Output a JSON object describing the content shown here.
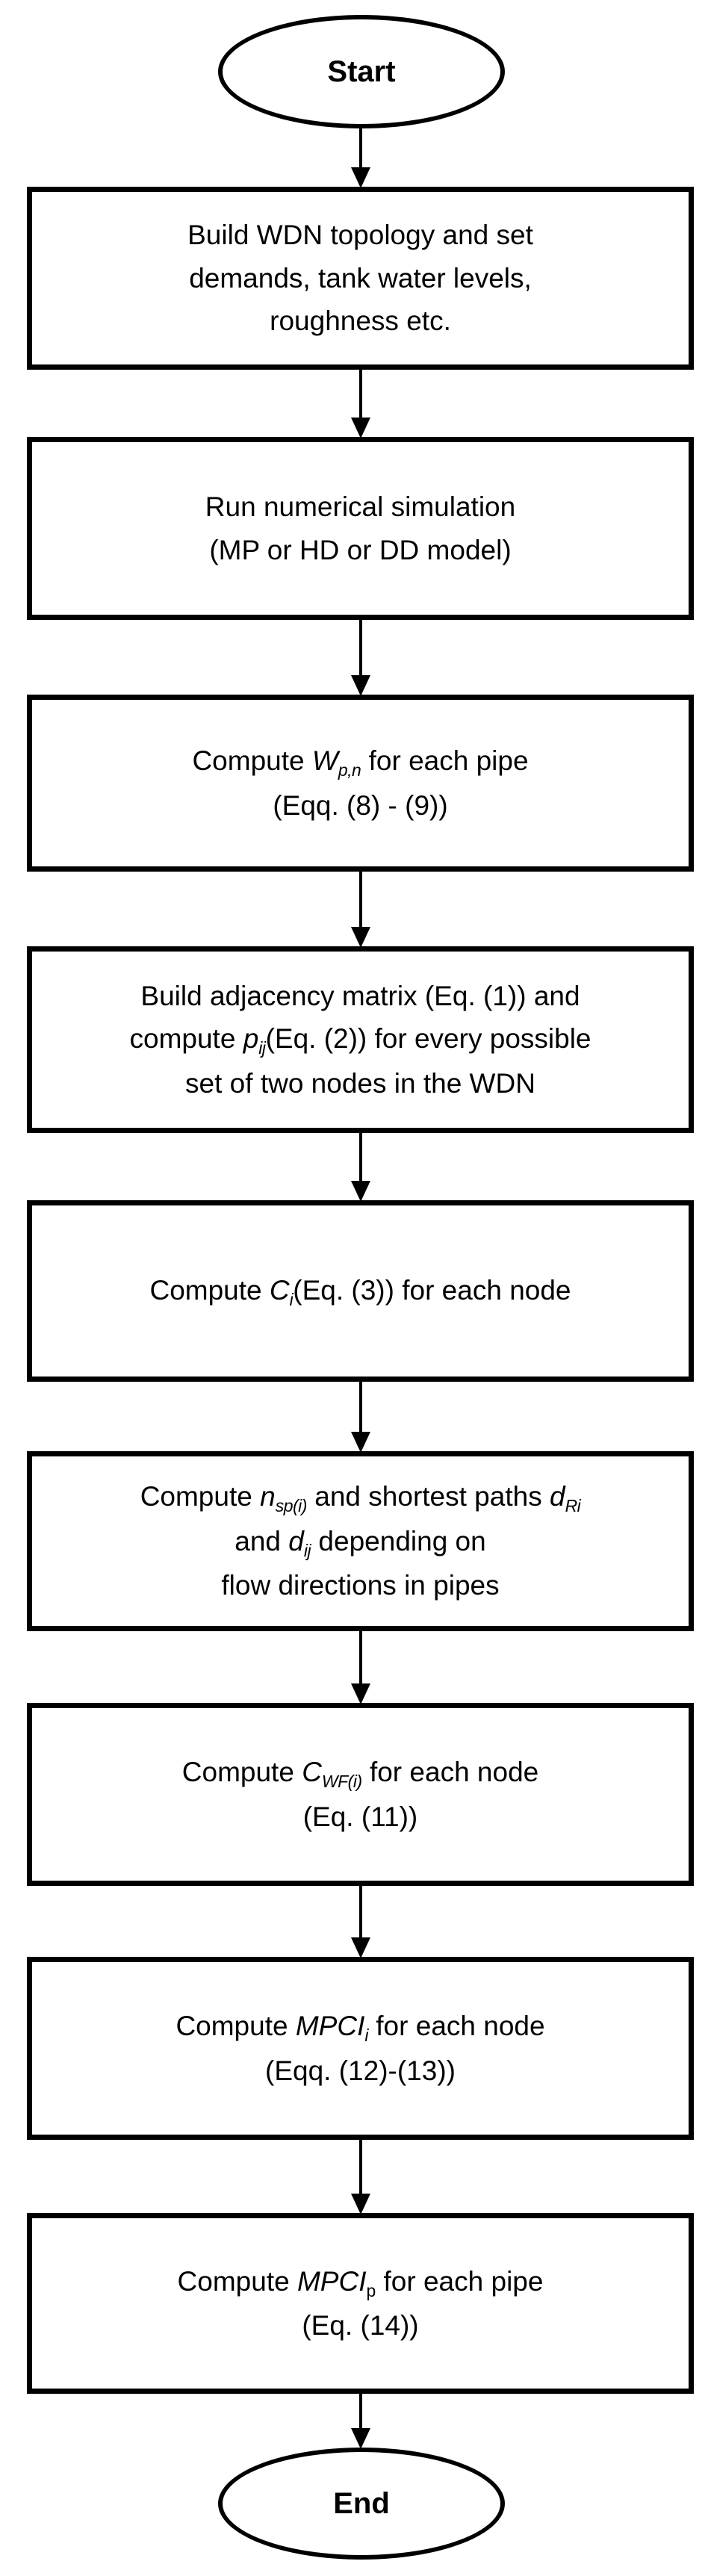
{
  "colors": {
    "stroke": "#000000",
    "fill": "#ffffff",
    "background": "#ffffff"
  },
  "flowchart": {
    "start": {
      "type": "terminator",
      "label": "Start"
    },
    "end": {
      "type": "terminator",
      "label": "End"
    },
    "steps": [
      {
        "type": "process",
        "lines": [
          [
            {
              "t": "Build WDN topology and set"
            }
          ],
          [
            {
              "t": "demands, tank water levels,"
            }
          ],
          [
            {
              "t": "roughness etc."
            }
          ]
        ]
      },
      {
        "type": "process",
        "lines": [
          [
            {
              "t": "Run numerical simulation"
            }
          ],
          [
            {
              "t": "(MP or HD or DD model)"
            }
          ]
        ]
      },
      {
        "type": "process",
        "lines": [
          [
            {
              "t": "Compute "
            },
            {
              "t": "W",
              "s": "i"
            },
            {
              "t": "p,n",
              "s": "isub"
            },
            {
              "t": " for each pipe"
            }
          ],
          [
            {
              "t": "(Eqq. (8) - (9))"
            }
          ]
        ]
      },
      {
        "type": "process",
        "lines": [
          [
            {
              "t": "Build adjacency matrix (Eq. (1)) and"
            }
          ],
          [
            {
              "t": "compute "
            },
            {
              "t": "p",
              "s": "i"
            },
            {
              "t": "ij",
              "s": "isub"
            },
            {
              "t": "(Eq. (2)) for every possible"
            }
          ],
          [
            {
              "t": "set of two nodes in the WDN"
            }
          ]
        ]
      },
      {
        "type": "process",
        "lines": [
          [
            {
              "t": "Compute "
            },
            {
              "t": "C",
              "s": "i"
            },
            {
              "t": "i",
              "s": "isub"
            },
            {
              "t": "(Eq. (3)) for each node"
            }
          ]
        ]
      },
      {
        "type": "process",
        "lines": [
          [
            {
              "t": "Compute "
            },
            {
              "t": "n",
              "s": "i"
            },
            {
              "t": "sp(i)",
              "s": "isub"
            },
            {
              "t": " and shortest paths "
            },
            {
              "t": "d",
              "s": "i"
            },
            {
              "t": "Ri",
              "s": "isub"
            }
          ],
          [
            {
              "t": "and "
            },
            {
              "t": "d",
              "s": "i"
            },
            {
              "t": "ij",
              "s": "isub"
            },
            {
              "t": " depending on"
            }
          ],
          [
            {
              "t": "flow directions in pipes"
            }
          ]
        ]
      },
      {
        "type": "process",
        "lines": [
          [
            {
              "t": "Compute "
            },
            {
              "t": "C",
              "s": "i"
            },
            {
              "t": "WF(i)",
              "s": "isub"
            },
            {
              "t": " for each node"
            }
          ],
          [
            {
              "t": "(Eq. (11))"
            }
          ]
        ]
      },
      {
        "type": "process",
        "lines": [
          [
            {
              "t": "Compute "
            },
            {
              "t": "MPCI",
              "s": "i"
            },
            {
              "t": "i",
              "s": "isub"
            },
            {
              "t": " for each node"
            }
          ],
          [
            {
              "t": "(Eqq. (12)-(13))"
            }
          ]
        ]
      },
      {
        "type": "process",
        "lines": [
          [
            {
              "t": "Compute "
            },
            {
              "t": "MPCI",
              "s": "i"
            },
            {
              "t": "p",
              "s": "sub"
            },
            {
              "t": " for each pipe"
            }
          ],
          [
            {
              "t": "(Eq. (14))"
            }
          ]
        ]
      }
    ]
  }
}
